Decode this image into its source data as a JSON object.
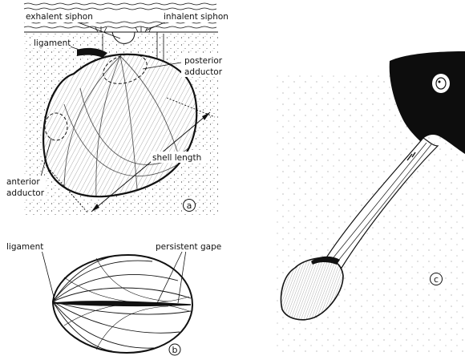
{
  "panel_a": {
    "label": "a",
    "labels": {
      "exhalent_siphon": "exhalent siphon",
      "inhalent_siphon": "inhalent siphon",
      "ligament": "ligament",
      "posterior_adductor_1": "posterior",
      "posterior_adductor_2": "adductor",
      "anterior_adductor_1": "anterior",
      "anterior_adductor_2": "adductor",
      "shell_length": "shell length"
    }
  },
  "panel_b": {
    "label": "b",
    "labels": {
      "ligament": "ligament",
      "persistent_gape": "persistent gape"
    }
  },
  "panel_c": {
    "label": "c"
  },
  "colors": {
    "ink": "#111111",
    "paper": "#ffffff"
  }
}
